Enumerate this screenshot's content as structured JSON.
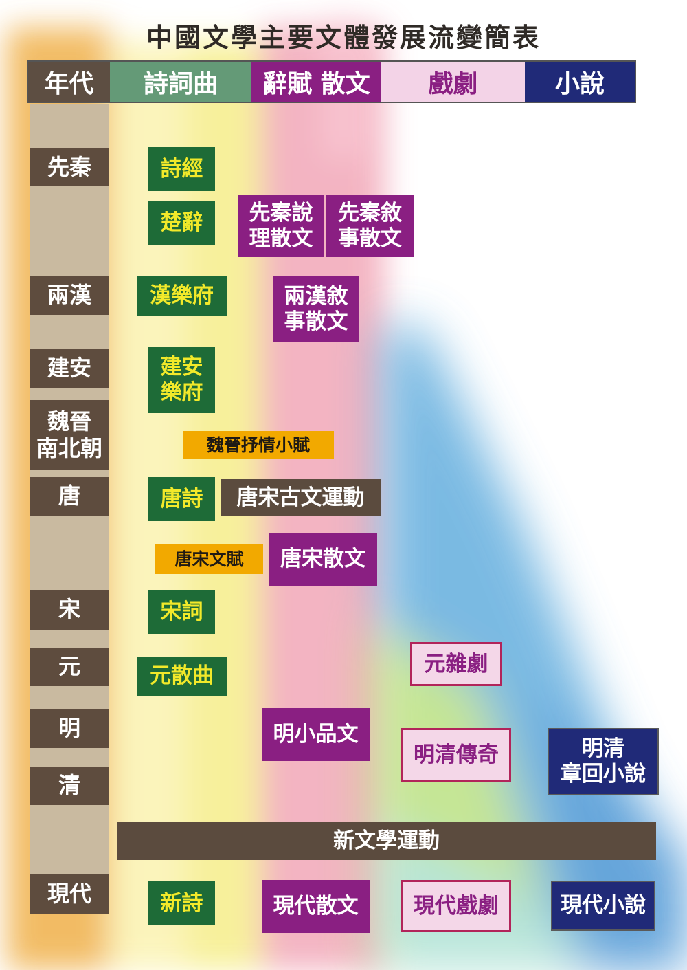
{
  "title": "中國文學主要文體發展流變簡表",
  "headers": [
    "年代",
    "詩詞曲",
    "辭賦 散文",
    "戲劇",
    "小說"
  ],
  "eras": [
    "先秦",
    "兩漢",
    "建安",
    "魏晉\n南北朝",
    "唐",
    "宋",
    "元",
    "明",
    "清",
    "現代"
  ],
  "boxes": {
    "shijing": "詩經",
    "chuci": "楚辭",
    "xianqin_shuoli": "先秦說\n理散文",
    "xianqin_xushi": "先秦敘\n事散文",
    "han_yuefu": "漢樂府",
    "lianghan_xushi": "兩漢敘\n事散文",
    "jianan_yuefu": "建安\n樂府",
    "weijin_fu": "魏晉抒情小賦",
    "tangshi": "唐詩",
    "tangsong_guwen": "唐宋古文運動",
    "tangsong_wenfu": "唐宋文賦",
    "tangsong_sanwen": "唐宋散文",
    "songci": "宋詞",
    "yuan_sanqu": "元散曲",
    "yuan_zaju": "元雜劇",
    "ming_xiaopin": "明小品文",
    "mingqing_chuanqi": "明清傳奇",
    "mingqing_xiaoshuo": "明清\n章回小說",
    "xinwenxue": "新文學運動",
    "xinshi": "新詩",
    "xiandai_sanwen": "現代散文",
    "xiandai_xiju": "現代戲劇",
    "xiandai_xiaoshuo": "現代小說"
  }
}
